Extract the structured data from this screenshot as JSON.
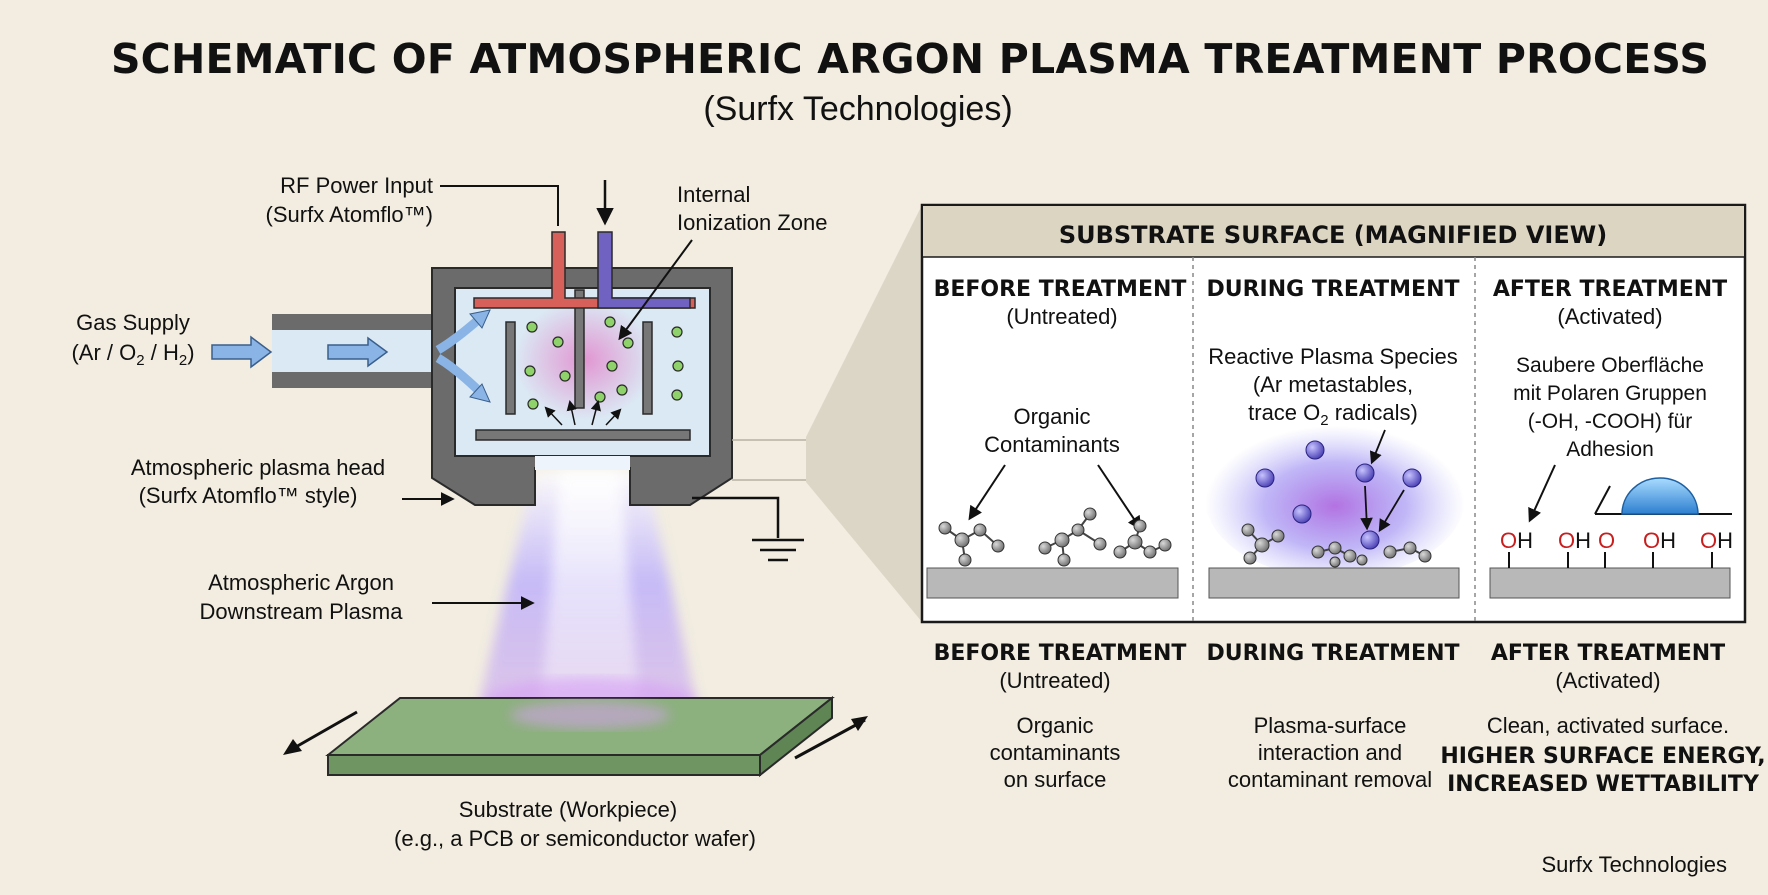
{
  "title": "SCHEMATIC OF ATMOSPHERIC ARGON PLASMA TREATMENT PROCESS",
  "subtitle": "(Surfx Technologies)",
  "left": {
    "rf_power": [
      "RF Power Input",
      "(Surfx Atomflo™)"
    ],
    "ionization": [
      "Internal",
      "Ionization Zone"
    ],
    "gas_supply": {
      "line1": "Gas Supply",
      "line2_a": "(Ar / O",
      "sub1": "2",
      "line2_b": " / H",
      "sub2": "2",
      "line2_c": ")"
    },
    "plasma_head": [
      "Atmospheric plasma head",
      "(Surfx Atomflo™ style)"
    ],
    "downstream": [
      "Atmospheric Argon",
      "Downstream Plasma"
    ],
    "substrate": [
      "Substrate (Workpiece)",
      "(e.g., a PCB or semiconductor wafer)"
    ]
  },
  "magnified": {
    "header": "SUBSTRATE SURFACE (MAGNIFIED VIEW)",
    "before": {
      "title": "BEFORE TREATMENT",
      "sub": "(Untreated)",
      "note": [
        "Organic",
        "Contaminants"
      ]
    },
    "during": {
      "title": "DURING TREATMENT",
      "note1": "Reactive Plasma Species",
      "note2": "(Ar metastables,",
      "note3_a": "trace O",
      "note3_sub": "2",
      "note3_b": " radicals)"
    },
    "after": {
      "title": "AFTER TREATMENT",
      "sub": "(Activated)",
      "note": [
        "Saubere Oberfläche",
        "mit Polaren Gruppen",
        "(-OH, -COOH) für",
        "Adhesion"
      ],
      "groups": [
        {
          "red": "O",
          "black": "H"
        },
        {
          "red": "O",
          "black": "H"
        },
        {
          "red": "O",
          "black": ""
        },
        {
          "red": "O",
          "black": "H"
        },
        {
          "red": "O",
          "black": "H"
        }
      ]
    }
  },
  "captions": {
    "before": {
      "title": "BEFORE TREATMENT",
      "sub": "(Untreated)",
      "desc": [
        "Organic",
        "contaminants",
        "on surface"
      ]
    },
    "during": {
      "title": "DURING TREATMENT",
      "desc": [
        "Plasma-surface",
        "interaction and",
        "contaminant removal"
      ]
    },
    "after": {
      "title": "AFTER TREATMENT",
      "sub": "(Activated)",
      "desc": "Clean, activated surface.",
      "bold": [
        "HIGHER SURFACE ENERGY,",
        "INCREASED WETTABILITY"
      ]
    }
  },
  "footer": "Surfx Technologies",
  "colors": {
    "background": "#f2ede0",
    "rf_electrode": "#d8605a",
    "gas_electrode": "#6f62c0",
    "housing": "#6b6b6b",
    "chamber": "#dbe9f4",
    "substrate": "#8cb07e",
    "plasma": "#8f7cf0",
    "oh_red": "#c81e1e"
  }
}
